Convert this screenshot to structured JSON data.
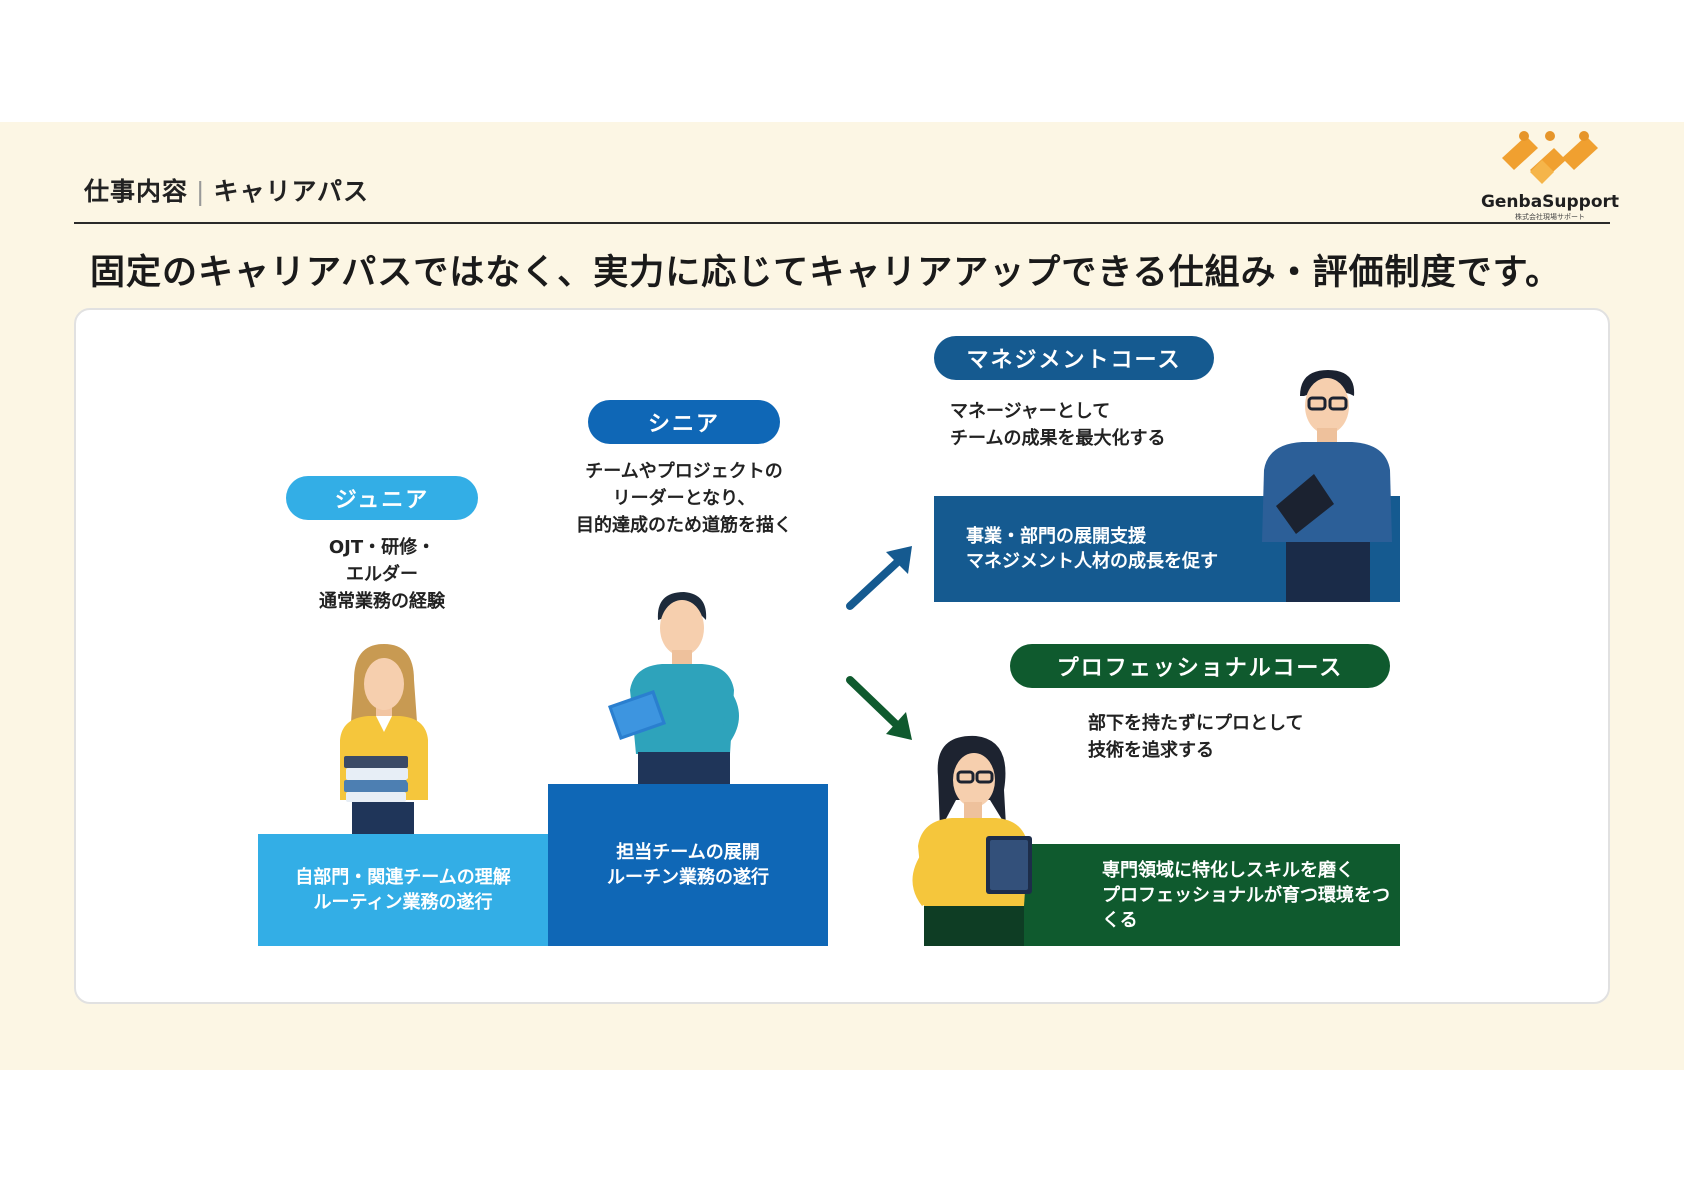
{
  "header": {
    "section": "仕事内容",
    "separator": "|",
    "topic": "キャリアパス",
    "logo_name": "GenbaSupport",
    "logo_sub": "株式会社現場サポート"
  },
  "headline": "固定のキャリアパスではなく、実力に応じてキャリアアップできる仕組み・評価制度です。",
  "stages": {
    "junior": {
      "label": "ジュニア",
      "description": "OJT・研修・\nエルダー\n通常業務の経験",
      "role": "自部門・関連チームの理解\nルーティン業務の遂行"
    },
    "senior": {
      "label": "シニア",
      "description": "チームやプロジェクトの\nリーダーとなり、\n目的達成のため道筋を描く",
      "role": "担当チームの展開\nルーチン業務の遂行"
    },
    "management": {
      "label": "マネジメントコース",
      "description": "マネージャーとして\nチームの成果を最大化する",
      "role": "事業・部門の展開支援\nマネジメント人材の成長を促す"
    },
    "professional": {
      "label": "プロフェッショナルコース",
      "description": "部下を持たずにプロとして\n技術を追求する",
      "role": "専門領域に特化しスキルを磨く\nプロフェッショナルが育つ環境をつくる"
    }
  },
  "colors": {
    "background": "#fcf6e4",
    "junior": "#33aee6",
    "senior": "#0f67b6",
    "management": "#155a90",
    "professional": "#0f5a2e",
    "logo_orange": "#f0a030"
  }
}
